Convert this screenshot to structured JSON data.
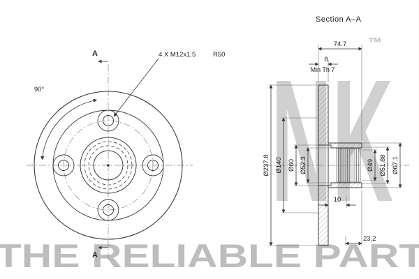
{
  "watermark": {
    "logo": "NK",
    "trademark": "™",
    "tagline": "THE RELIABLE PART"
  },
  "section_view": {
    "title": "Section A–A",
    "dim_total_width": "74.7",
    "dim_disc_thickness": "8",
    "dim_min_thickness": "Min Th 7",
    "dim_outer_diameter": "Ø237.8",
    "dim_hat_diameter": "Ø140",
    "dim_bore_60": "Ø60",
    "dim_bore_52_3": "Ø52.3",
    "dim_bore_49": "Ø49",
    "dim_bore_51_88": "Ø51.88",
    "dim_hub_diameter": "Ø67.1",
    "dim_step": "10",
    "dim_hub_depth": "23,2"
  },
  "front_view": {
    "bolt_note": "4 X M12x1.5",
    "radius_note": "R50",
    "angle_label": "90°",
    "section_cut_top": "A",
    "section_cut_bottom": "A"
  }
}
